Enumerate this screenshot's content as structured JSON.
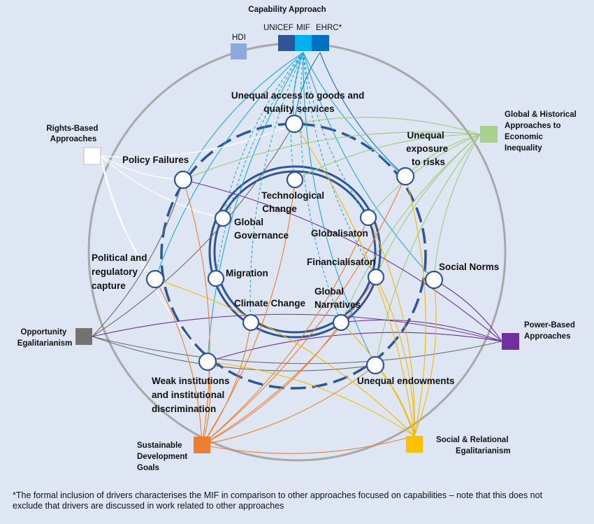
{
  "colors": {
    "background": "#dde6f2",
    "outer_ring": "#a8a8a8",
    "ring_blue": "#2f5597",
    "hdi": "#8eaadb",
    "unicef": "#2f5597",
    "mif": "#00b0f0",
    "ehrc": "#0070c0",
    "rights_based": "#ffffff",
    "global_historical": "#a9d18e",
    "power_based": "#7030a0",
    "opportunity": "#767171",
    "sdg": "#ed7d31",
    "social_relational": "#ffc000"
  },
  "approaches": {
    "capability_title": "Capability Approach",
    "hdi": "HDI",
    "unicef": "UNICEF",
    "mif": "MIF",
    "ehrc": "EHRC*",
    "rights_based": [
      "Rights-Based",
      "Approaches"
    ],
    "global_historical": [
      "Global & Historical",
      "Approaches to",
      "Economic",
      "Inequality"
    ],
    "power_based": [
      "Power-Based",
      "Approaches"
    ],
    "opportunity": [
      "Opportunity",
      "Egalitarianism"
    ],
    "sdg": [
      "Sustainable",
      "Development",
      "Goals"
    ],
    "social_relational": [
      "Social & Relational",
      "Egalitarianism"
    ]
  },
  "outer_drivers": {
    "unequal_access": [
      "Unequal access to goods and",
      "quality services"
    ],
    "unequal_exposure": [
      "Unequal",
      "exposure",
      "to risks"
    ],
    "social_norms": [
      "Social Norms"
    ],
    "unequal_endowments": [
      "Unequal endowments"
    ],
    "weak_institutions": [
      "Weak institutions",
      "and institutional",
      "discrimination"
    ],
    "political_capture": [
      "Political and",
      "regulatory",
      "capture"
    ],
    "policy_failures": [
      "Policy Failures"
    ]
  },
  "inner_drivers": {
    "technological_change": [
      "Technological",
      "Change"
    ],
    "globalisation": [
      "Globalisaton"
    ],
    "financialisation": [
      "Financialisaton"
    ],
    "global_narratives": [
      "Global",
      "Narratives"
    ],
    "climate_change": [
      "Climate Change"
    ],
    "migration": [
      "Migration"
    ],
    "global_governance": [
      "Global",
      "Governance"
    ]
  },
  "footnote": "*The formal inclusion of drivers characterises the MIF in comparison to other approaches focused on capabilities – note that this does not exclude that drivers are discussed in work related to other approaches"
}
